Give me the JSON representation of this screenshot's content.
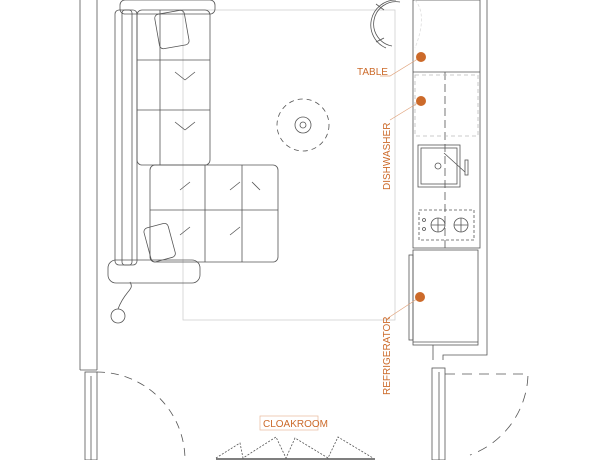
{
  "colors": {
    "accent": "#cc6a2a",
    "line": "#555555",
    "light": "#cfcfcf"
  },
  "labels": {
    "table": "TABLE",
    "dishwasher": "DISHWASHER",
    "refrigerator": "REFRIGERATOR",
    "cloakroom": "CLOAKROOM"
  }
}
